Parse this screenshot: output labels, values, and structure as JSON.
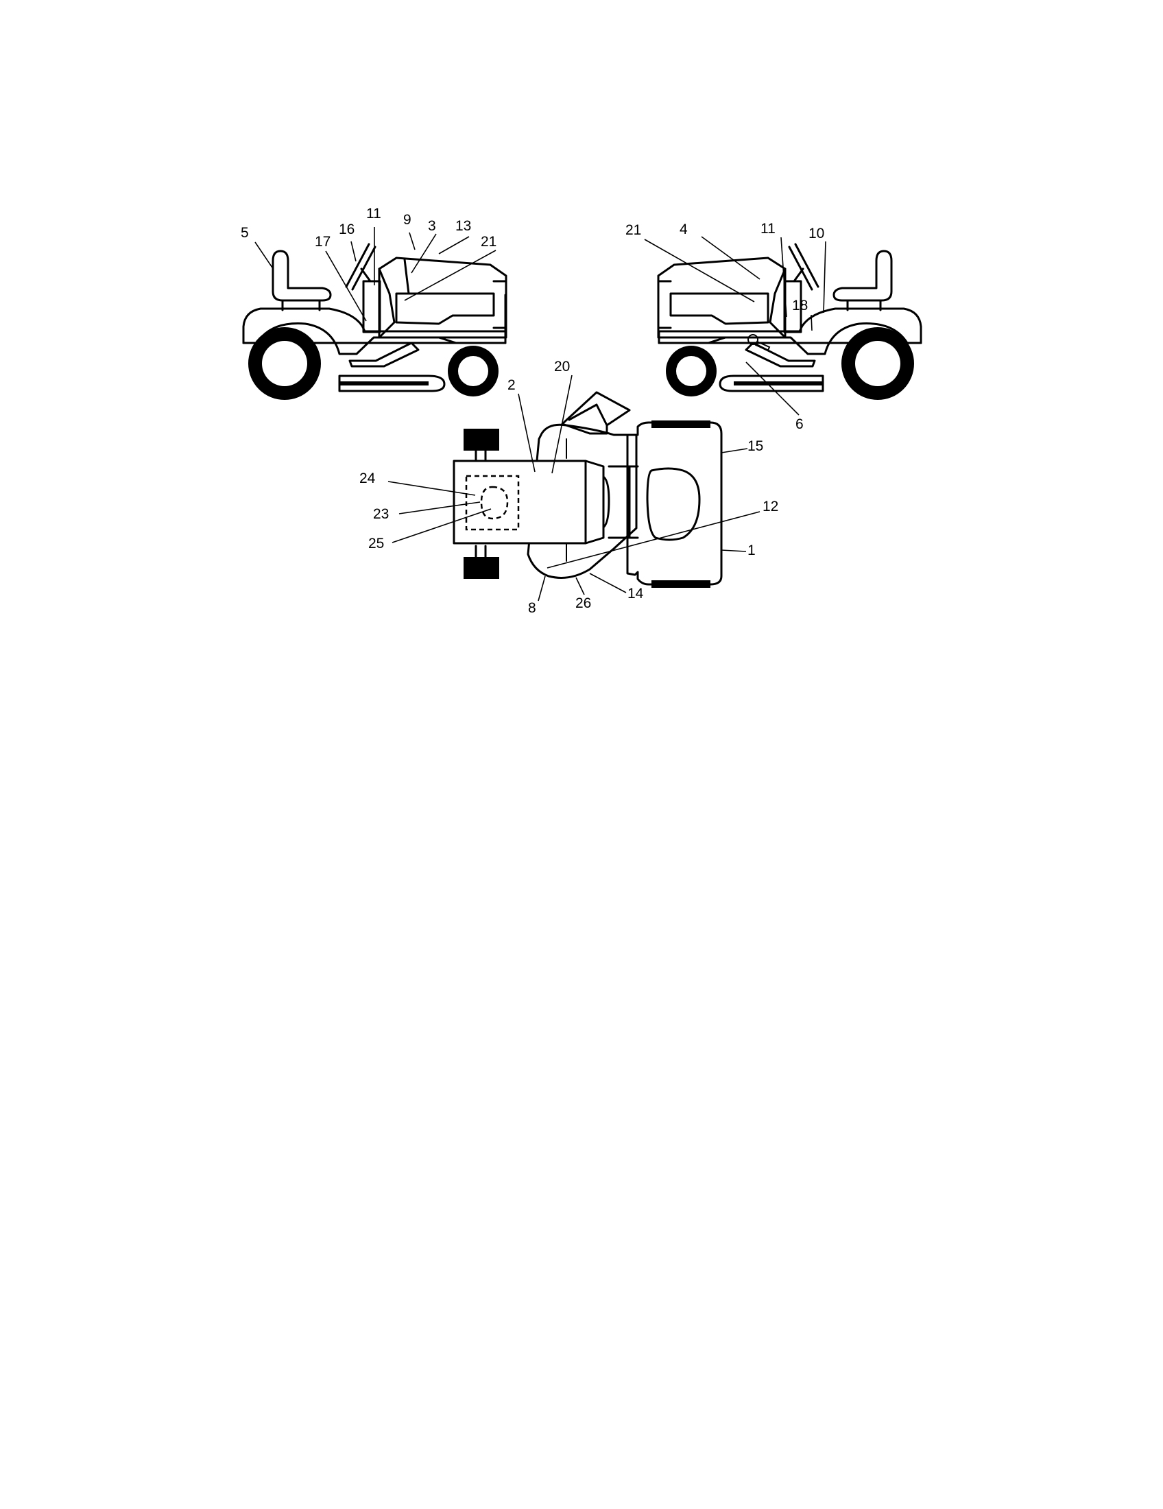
{
  "callouts": {
    "left_view": {
      "n5": "5",
      "n16": "16",
      "n11": "11",
      "n9": "9",
      "n3": "3",
      "n13": "13",
      "n17": "17",
      "n21": "21"
    },
    "right_view": {
      "n21": "21",
      "n4": "4",
      "n11": "11",
      "n10": "10",
      "n18": "18",
      "n6": "6"
    },
    "top_view": {
      "n2": "2",
      "n20": "20",
      "n15": "15",
      "n24": "24",
      "n23": "23",
      "n25": "25",
      "n12": "12",
      "n1": "1",
      "n14": "14",
      "n8": "8",
      "n26": "26"
    }
  }
}
